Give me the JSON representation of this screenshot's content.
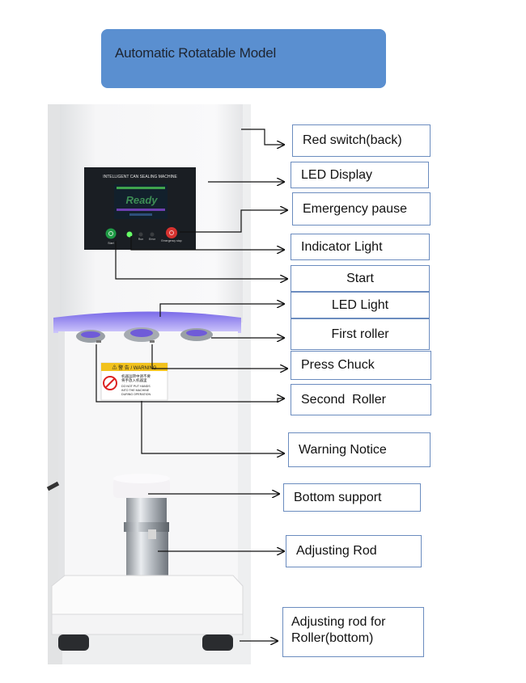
{
  "title": "Automatic Rotatable Model",
  "machine": {
    "panel_header": "INTELLIGENT CAN SEALING MACHINE",
    "screen_text": "Ready",
    "indicator_labels": [
      "Start",
      "Run",
      "Error",
      "Emergency stop"
    ],
    "warning_header": "⚠ 警 告 / WARNING",
    "warning_lines": [
      "机器运转中请不要",
      "将手放入机器里",
      "DO NOT PUT HANDS",
      "INTO THE MACHINE",
      "DURING OPERATION"
    ]
  },
  "callouts": [
    {
      "label": "Red switch(back)"
    },
    {
      "label": "LED Display"
    },
    {
      "label": "Emergency pause"
    },
    {
      "label": "Indicator Light"
    },
    {
      "label": "Start"
    },
    {
      "label": "LED Light"
    },
    {
      "label": "First roller"
    },
    {
      "label": "Press Chuck"
    },
    {
      "label": "Second  Roller"
    },
    {
      "label": "Warning Notice"
    },
    {
      "label": "Bottom support"
    },
    {
      "label": "Adjusting Rod"
    },
    {
      "label": "Adjusting rod for Roller(bottom)"
    }
  ],
  "colors": {
    "title_bg": "#5a8fd0",
    "label_border": "#6b8cbf",
    "led_purple": "#8f7ff0",
    "lcd_bg": "#12202c"
  }
}
